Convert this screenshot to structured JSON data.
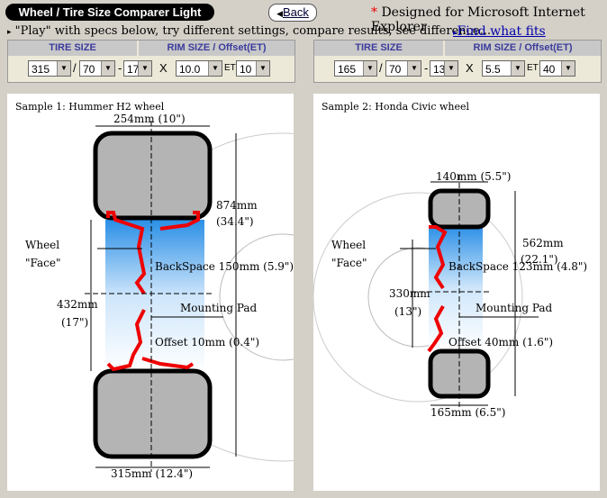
{
  "header": {
    "app_title": "Wheel / Tire Size Comparer Light",
    "back_label": "Back",
    "designed_star": "*",
    "designed_note": " Designed for Microsoft Internet Explorer",
    "hint": "\"Play\" with specs below, try different settings, compare results, see difference...",
    "find_fits": "Find what fits"
  },
  "spec_headers": {
    "tire_size": "TIRE SIZE",
    "rim_size": "RIM SIZE / Offset(ET)",
    "x": "X",
    "et": "ET"
  },
  "samples": [
    {
      "title": "Sample 1: Hummer H2 wheel",
      "tire_width": "315",
      "aspect_ratio": "70",
      "rim_diameter": "17",
      "rim_width": "10.0",
      "offset": "10",
      "dims": {
        "top_width": "254mm (10\")",
        "overall_diameter_mm": "874mm",
        "overall_diameter_in": "(34.4\")",
        "wheel_diameter_mm": "432mm",
        "wheel_diameter_in": "(17\")",
        "backspace": "BackSpace 150mm (5.9\")",
        "offset_label": "Offset 10mm (0.4\")",
        "bottom_width": "315mm (12.4\")"
      }
    },
    {
      "title": "Sample 2: Honda Civic wheel",
      "tire_width": "165",
      "aspect_ratio": "70",
      "rim_diameter": "13",
      "rim_width": "5.5",
      "offset": "40",
      "dims": {
        "top_width": "140mm (5.5\")",
        "overall_diameter_mm": "562mm",
        "overall_diameter_in": "(22.1\")",
        "wheel_diameter_mm": "330mm",
        "wheel_diameter_in": "(13\")",
        "backspace": "BackSpace 123mm (4.8\")",
        "offset_label": "Offset 40mm (1.6\")",
        "bottom_width": "165mm (6.5\")"
      }
    }
  ],
  "labels": {
    "wheel": "Wheel",
    "face": "\"Face\"",
    "mounting_pad": "Mounting Pad",
    "separator_slash": "/",
    "separator_dash": "-"
  }
}
